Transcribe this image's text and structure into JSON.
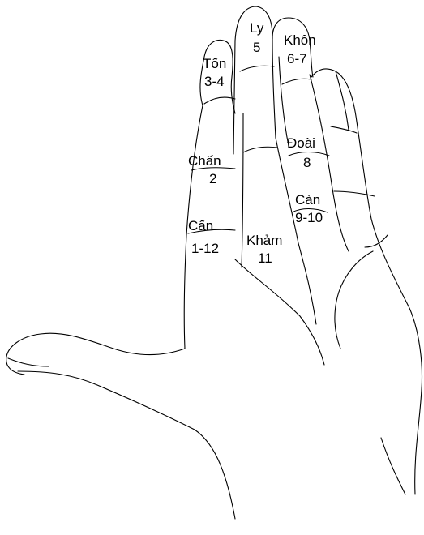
{
  "labels": {
    "ton_name": "Tốn",
    "ton_num": "3-4",
    "ly_name": "Ly",
    "ly_num": "5",
    "khon_name": "Khôn",
    "khon_num": "6-7",
    "chan_name": "Chấn",
    "chan_num": "2",
    "doai_name": "Đoài",
    "doai_num": "8",
    "can_name": "Càn",
    "can_num": "9-10",
    "can2_name": "Cấn",
    "can2_num": "1-12",
    "kham_name": "Khảm",
    "kham_num": "11"
  },
  "colors": {
    "stroke": "#000000",
    "background": "#ffffff"
  }
}
